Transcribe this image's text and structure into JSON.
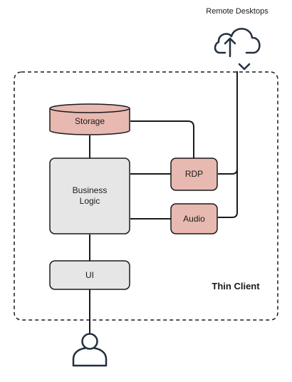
{
  "diagram": {
    "remote_desktops_label": "Remote Desktops",
    "thin_client_label": "Thin Client",
    "nodes": {
      "storage": "Storage",
      "business_logic": "Business\nLogic",
      "rdp": "RDP",
      "audio": "Audio",
      "ui": "UI"
    },
    "colors": {
      "pink_fill": "#e8b9b1",
      "gray_fill": "#e6e6e6",
      "stroke": "#1a1a1a",
      "icon_stroke": "#232f3e"
    },
    "icons": [
      "cloud-upload-download-icon",
      "user-icon"
    ]
  }
}
